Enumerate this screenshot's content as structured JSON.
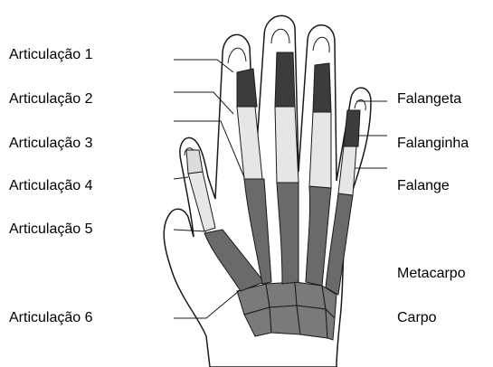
{
  "colors": {
    "outline": "#1a1a1a",
    "distal": "#3c3c3c",
    "middle": "#dcdcdc",
    "proximal": "#e6e6e6",
    "metacarpal": "#6a6a6a",
    "carpal": "#7a7a7a",
    "background": "#ffffff"
  },
  "left_labels": [
    {
      "id": "art1",
      "text": "Articulação 1"
    },
    {
      "id": "art2",
      "text": "Articulação 2"
    },
    {
      "id": "art3",
      "text": "Articulação 3"
    },
    {
      "id": "art4",
      "text": "Articulação 4"
    },
    {
      "id": "art5",
      "text": "Articulação 5"
    },
    {
      "id": "art6",
      "text": "Articulação 6"
    }
  ],
  "right_labels": [
    {
      "id": "falangeta",
      "text": "Falangeta"
    },
    {
      "id": "falanginha",
      "text": "Falanginha"
    },
    {
      "id": "falange",
      "text": "Falange"
    },
    {
      "id": "metacarpo",
      "text": "Metacarpo"
    },
    {
      "id": "carpo",
      "text": "Carpo"
    }
  ]
}
